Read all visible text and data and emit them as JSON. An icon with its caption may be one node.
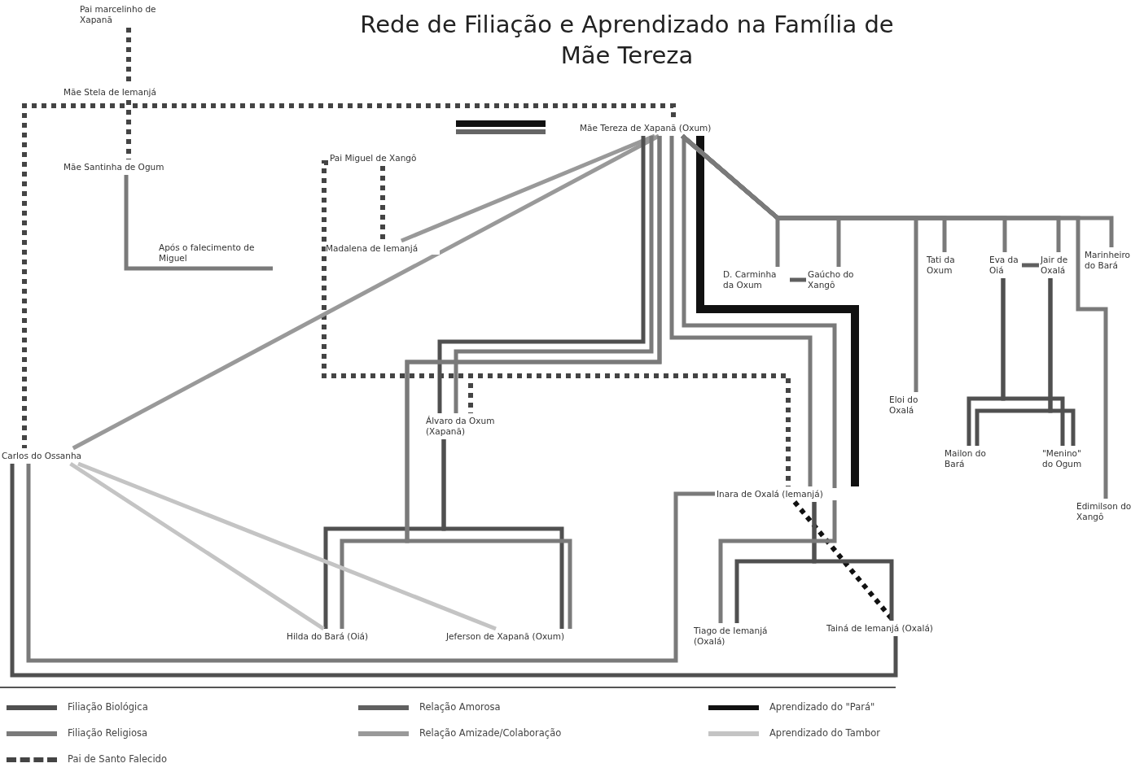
{
  "diagram": {
    "title": "Rede de Filiação e Aprendizado na Família de Mãe Tereza",
    "nodes": [
      {
        "text": [
          "Pai marcelinho de Xapanã"
        ]
      },
      {
        "text": [
          "Mãe Stela de Iemanjá"
        ]
      },
      {
        "text": [
          "Mãe Santinha de Ogum"
        ]
      },
      {
        "text": [
          "Pai Miguel de Xangô"
        ]
      },
      {
        "text": [
          "Madalena de Iemanjá"
        ]
      },
      {
        "text": [
          "Mãe Tereza de Xapanã (Oxum)"
        ]
      },
      {
        "text": [
          "D. Carminha da Oxum"
        ]
      },
      {
        "text": [
          "Gaúcho do Xangô"
        ]
      },
      {
        "text": [
          "Tati da Oxum"
        ]
      },
      {
        "text": [
          "Eva da Oiá"
        ]
      },
      {
        "text": [
          "Jair de Oxalá"
        ]
      },
      {
        "text": [
          "Marinheiro do Bará"
        ]
      },
      {
        "text": [
          "Eloi do Oxalá"
        ]
      },
      {
        "text": [
          "Álvaro da Oxum (Xapanã)"
        ]
      },
      {
        "text": [
          "Carlos do Ossanha"
        ]
      },
      {
        "text": [
          "Mailon do Bará"
        ]
      },
      {
        "text": [
          "\"Menino\" do Ogum"
        ]
      },
      {
        "text": [
          "Edimilson do Xangô"
        ]
      },
      {
        "text": [
          "Inara de Oxalá (Iemanjá)"
        ]
      },
      {
        "text": [
          "Hilda do Bará (Oiá)"
        ]
      },
      {
        "text": [
          "Jeferson de Xapanã (Oxum)"
        ]
      },
      {
        "text": [
          "Tiago de Iemanjá (Oxalá)"
        ]
      },
      {
        "text": [
          "Tainá de Iemanjá (Oxalá)"
        ]
      }
    ],
    "edges": [
      {
        "from": 0,
        "to": 1,
        "arrow": "none",
        "style": "dashed",
        "color": "#444444"
      },
      {
        "from": 1,
        "to": 2,
        "arrow": "none",
        "style": "dashed",
        "color": "#444444"
      },
      {
        "from": 1,
        "to": 14,
        "arrow": "none",
        "style": "dashed",
        "color": "#444444"
      },
      {
        "from": 1,
        "to": 5,
        "arrow": "none",
        "style": "dashed",
        "color": "#444444"
      },
      {
        "from": 3,
        "to": 4,
        "arrow": "none",
        "style": "dashed",
        "color": "#444444"
      },
      {
        "from": 3,
        "to": 13,
        "arrow": "none",
        "style": "dashed",
        "color": "#444444"
      },
      {
        "from": 3,
        "to": 18,
        "arrow": "none",
        "style": "dashed",
        "color": "#444444"
      },
      {
        "from": 2,
        "to": null,
        "arrow": "none",
        "label": "Após o falecimento de Miguel"
      },
      {
        "from": 14,
        "to": 5,
        "arrow": "none",
        "color": "#999999"
      },
      {
        "from": 4,
        "to": 5,
        "arrow": "none",
        "color": "#999999"
      },
      {
        "from": 5,
        "to": 13,
        "arrow": "none",
        "color": "#505050"
      },
      {
        "from": 5,
        "to": 13,
        "arrow": "none"
      },
      {
        "from": 13,
        "to": 19,
        "arrow": "none",
        "color": "#505050"
      },
      {
        "from": 13,
        "to": 20,
        "arrow": "none",
        "color": "#505050"
      },
      {
        "from": 5,
        "to": 19,
        "arrow": "none"
      },
      {
        "from": 5,
        "to": 20,
        "arrow": "none"
      },
      {
        "from": 5,
        "to": 18,
        "arrow": "none"
      },
      {
        "from": 5,
        "to": 18,
        "arrow": "none",
        "style": "thick",
        "color": "#111111"
      },
      {
        "from": 18,
        "to": 22,
        "arrow": "none",
        "style": "dashed",
        "color": "#111111"
      },
      {
        "from": 18,
        "to": 21,
        "arrow": "none",
        "color": "#505050"
      },
      {
        "from": 18,
        "to": 22,
        "arrow": "none",
        "color": "#505050"
      },
      {
        "from": 5,
        "to": 21,
        "arrow": "none"
      },
      {
        "from": 14,
        "to": 19,
        "arrow": "none",
        "color": "#c4c4c4"
      },
      {
        "from": 14,
        "to": 20,
        "arrow": "none",
        "color": "#c4c4c4"
      },
      {
        "from": 14,
        "to": 22,
        "arrow": "none",
        "color": "#505050"
      },
      {
        "from": 14,
        "to": 18,
        "arrow": "none"
      },
      {
        "from": 5,
        "to": 6,
        "arrow": "none"
      },
      {
        "from": 5,
        "to": 7,
        "arrow": "none"
      },
      {
        "from": 5,
        "to": 8,
        "arrow": "none"
      },
      {
        "from": 5,
        "to": 12,
        "arrow": "none"
      },
      {
        "from": 5,
        "to": 9,
        "arrow": "none"
      },
      {
        "from": 5,
        "to": 10,
        "arrow": "none"
      },
      {
        "from": 5,
        "to": 11,
        "arrow": "none"
      },
      {
        "from": 5,
        "to": 17,
        "arrow": "none"
      },
      {
        "from": 9,
        "to": 10,
        "arrow": "none",
        "color": "#606060"
      },
      {
        "from": 6,
        "to": 7,
        "arrow": "none",
        "color": "#606060"
      },
      {
        "from": 9,
        "to": 15,
        "arrow": "none",
        "color": "#505050"
      },
      {
        "from": 9,
        "to": 16,
        "arrow": "none",
        "color": "#505050"
      },
      {
        "from": 10,
        "to": 15,
        "arrow": "none",
        "color": "#505050"
      },
      {
        "from": 10,
        "to": 16,
        "arrow": "none",
        "color": "#505050"
      }
    ],
    "legend": [
      {
        "text": "Filiação Biológica",
        "color": "#505050"
      },
      {
        "text": "Relação Amorosa",
        "color": "#606060"
      },
      {
        "text": "Aprendizado do \"Pará\"",
        "color": "#111111"
      },
      {
        "text": "Filiação Religiosa",
        "color": "#7a7a7a"
      },
      {
        "text": "Relação Amizade/Colaboração",
        "color": "#999999"
      },
      {
        "text": "Aprendizado do Tambor",
        "color": "#c4c4c4"
      },
      {
        "text": "Pai de Santo Falecido"
      }
    ]
  }
}
